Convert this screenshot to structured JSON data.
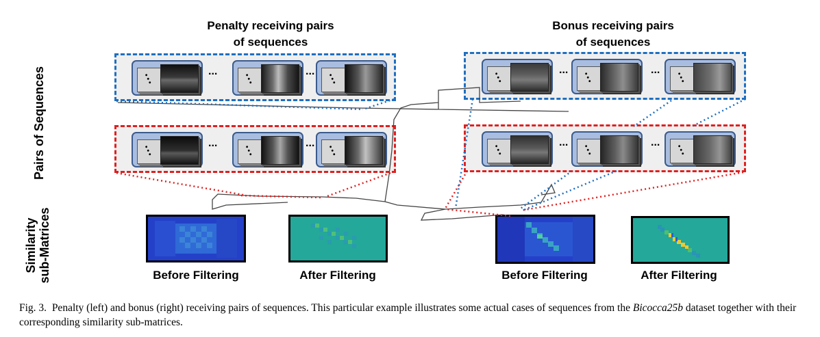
{
  "figure": {
    "left_title_line1": "Penalty receiving pairs",
    "left_title_line2": "of sequences",
    "right_title_line1": "Bonus receiving pairs",
    "right_title_line2": "of sequences",
    "row_label_pairs": "Pairs of Sequences",
    "row_label_matrices_line1": "Similarity",
    "row_label_matrices_line2": "sub-Matrices",
    "ellipsis": "...",
    "matrix_labels": [
      "Before Filtering",
      "After Filtering",
      "Before Filtering",
      "After Filtering"
    ],
    "colors": {
      "blue_dash": "#1f6fc0",
      "red_dash": "#e02020",
      "card_fill": "#a9bde0",
      "matrix_low": "#1a3fc4",
      "matrix_mid": "#2aa89a",
      "matrix_high": "#f0d02a"
    }
  },
  "caption": {
    "prefix": "Fig. 3.",
    "text_before_italic": "Penalty (left) and bonus (right) receiving pairs of sequences. This particular example illustrates some actual cases of sequences from the ",
    "italic": "Bicocca25b",
    "text_after_italic": " dataset together with their corresponding similarity sub-matrices."
  }
}
